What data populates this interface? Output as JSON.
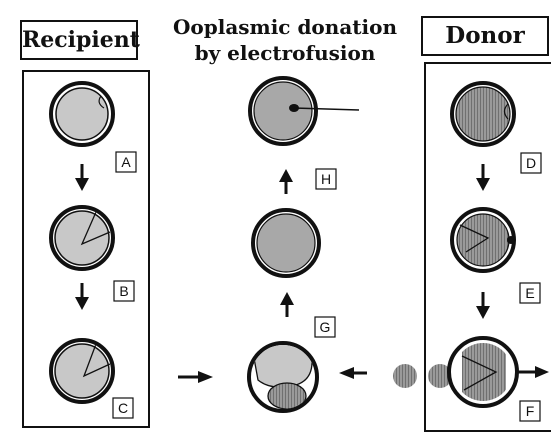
{
  "headers": {
    "recipient": "Recipient",
    "donor": "Donor",
    "title_line1": "Ooplasmic donation",
    "title_line2": "by electrofusion"
  },
  "step_labels": {
    "a": "A",
    "b": "B",
    "c": "C",
    "d": "D",
    "e": "E",
    "f": "F",
    "g": "G",
    "h": "H"
  },
  "colors": {
    "recipient_cytoplasm": "#c8c8c8",
    "donor_cytoplasm": "#8c8c8c",
    "outline": "#111111"
  }
}
